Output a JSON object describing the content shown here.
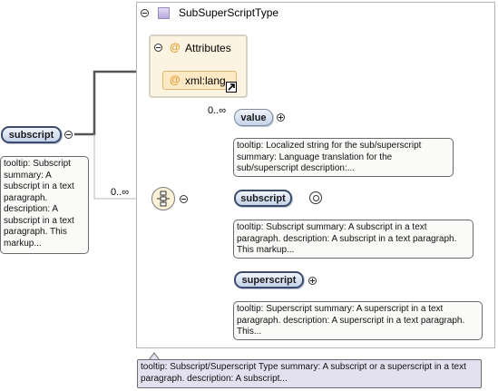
{
  "diagram": {
    "type_name": "SubSuperScriptType",
    "attributes_label": "Attributes",
    "attribute_symbol": "@",
    "attribute_name": "xml:lang",
    "root": {
      "name": "subscript",
      "tooltip": "tooltip: Subscript summary: A subscript in a text paragraph. description: A subscript in a text paragraph. This markup..."
    },
    "sequence_occurrence": "0..∞",
    "value_occurrence": "0..∞",
    "children": [
      {
        "name": "value",
        "tooltip": "tooltip: Localized string for the sub/superscript summary: Language translation for the sub/superscript description:..."
      },
      {
        "name": "subscript",
        "tooltip": "tooltip: Subscript summary: A subscript in a text paragraph. description: A subscript in a text paragraph. This markup..."
      },
      {
        "name": "superscript",
        "tooltip": "tooltip: Superscript summary: A superscript in a text paragraph. description: A superscript in a text paragraph. This..."
      }
    ],
    "type_tooltip": "tooltip: Subscript/Superscript Type summary: A subscript or a superscript in a text paragraph. description: A subscript..."
  }
}
